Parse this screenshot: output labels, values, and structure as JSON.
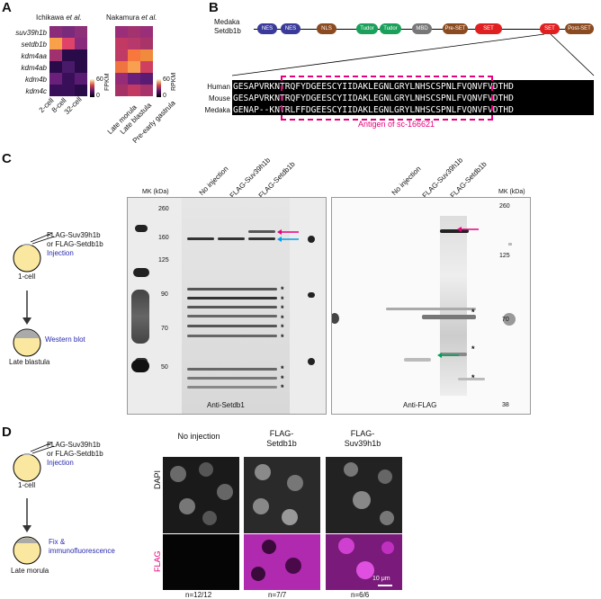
{
  "panels": {
    "a": "A",
    "b": "B",
    "c": "C",
    "d": "D"
  },
  "panel_a": {
    "left_title_prefix": "Ichikawa ",
    "left_title_ital": "et al.",
    "right_title_prefix": "Nakamura ",
    "right_title_ital": "et al.",
    "genes": [
      "suv39h1b",
      "setdb1b",
      "kdm4aa",
      "kdm4ab",
      "kdm4b",
      "kdm4c"
    ],
    "left_stages": [
      "2-cell",
      "8-cell",
      "32-cell"
    ],
    "right_stages": [
      "Late morula",
      "Late blastula",
      "Pre-early gastrula"
    ],
    "left_scale": {
      "max": "60",
      "min": "0",
      "unit": "FPKM"
    },
    "right_scale": {
      "max": "60",
      "min": "0",
      "unit": "RPKM"
    }
  },
  "panel_b": {
    "title_line1": "Medaka",
    "title_line2": "Setdb1b",
    "domains": [
      "NES",
      "NES",
      "NLS",
      "Tudor",
      "Tudor",
      "MBD",
      "Pre-SET",
      "SET",
      "SET",
      "Post-SET"
    ],
    "species": [
      "Human",
      "Mouse",
      "Medaka"
    ],
    "sequences": [
      "GESAPVRKNTRQFYDGEESCYIIDAKLEGNLGRYLNHSCSPNLFVQNVFVDTHD",
      "GESAPVRKNTRQFYDGEESCYIIDAKLEGNLGRYLNHSCSPNLFVQNVFVDTHD",
      "GENAP--KNTRLFFDGEESCYIIDAKLEGNLGRYLNHSCSPNLFVQNVFVDTHD"
    ],
    "antigen_label": "Antigen of sc-166621"
  },
  "panel_c": {
    "flow": {
      "inject_label_1": "FLAG-Suv39h1b",
      "inject_label_2": "or FLAG-Setdb1b",
      "inject_action": "Injection",
      "stage_1": "1-cell",
      "assay": "Western blot",
      "stage_2": "Late blastula"
    },
    "lanes": [
      "No injection",
      "FLAG-Suv39h1b",
      "FLAG-Setdb1b"
    ],
    "mk_label": "MK (kDa)",
    "left_markers": [
      "260",
      "160",
      "125",
      "90",
      "70",
      "50"
    ],
    "right_markers": [
      "260",
      "125",
      "70",
      "38"
    ],
    "left_blot_label": "Anti-Setdb1",
    "right_blot_label": "Anti-FLAG",
    "star": "*"
  },
  "panel_d": {
    "flow": {
      "inject_label_1": "FLAG-Suv39h1b",
      "inject_label_2": "or FLAG-Setdb1b",
      "inject_action": "Injection",
      "stage_1": "1-cell",
      "assay_1": "Fix &",
      "assay_2": "immunofluorescence",
      "stage_2": "Late morula"
    },
    "columns": [
      "No injection",
      "FLAG-\nSetdb1b",
      "FLAG-\nSuv39h1b"
    ],
    "row_labels": [
      "DAPI",
      "FLAG"
    ],
    "counts": [
      "n=12/12",
      "n=7/7",
      "n=6/6"
    ],
    "scale_bar": "10 μm"
  },
  "colors": {
    "magenta": "#e6007e",
    "cyan": "#00a0e9",
    "green": "#00a25a",
    "blue_text": "#2a2ab0",
    "nes": "#3a3a9a",
    "nls": "#8b4a1f",
    "tudor": "#1aa05a",
    "mbd": "#777777",
    "set": "#e02020",
    "preset": "#8b4a1f"
  }
}
